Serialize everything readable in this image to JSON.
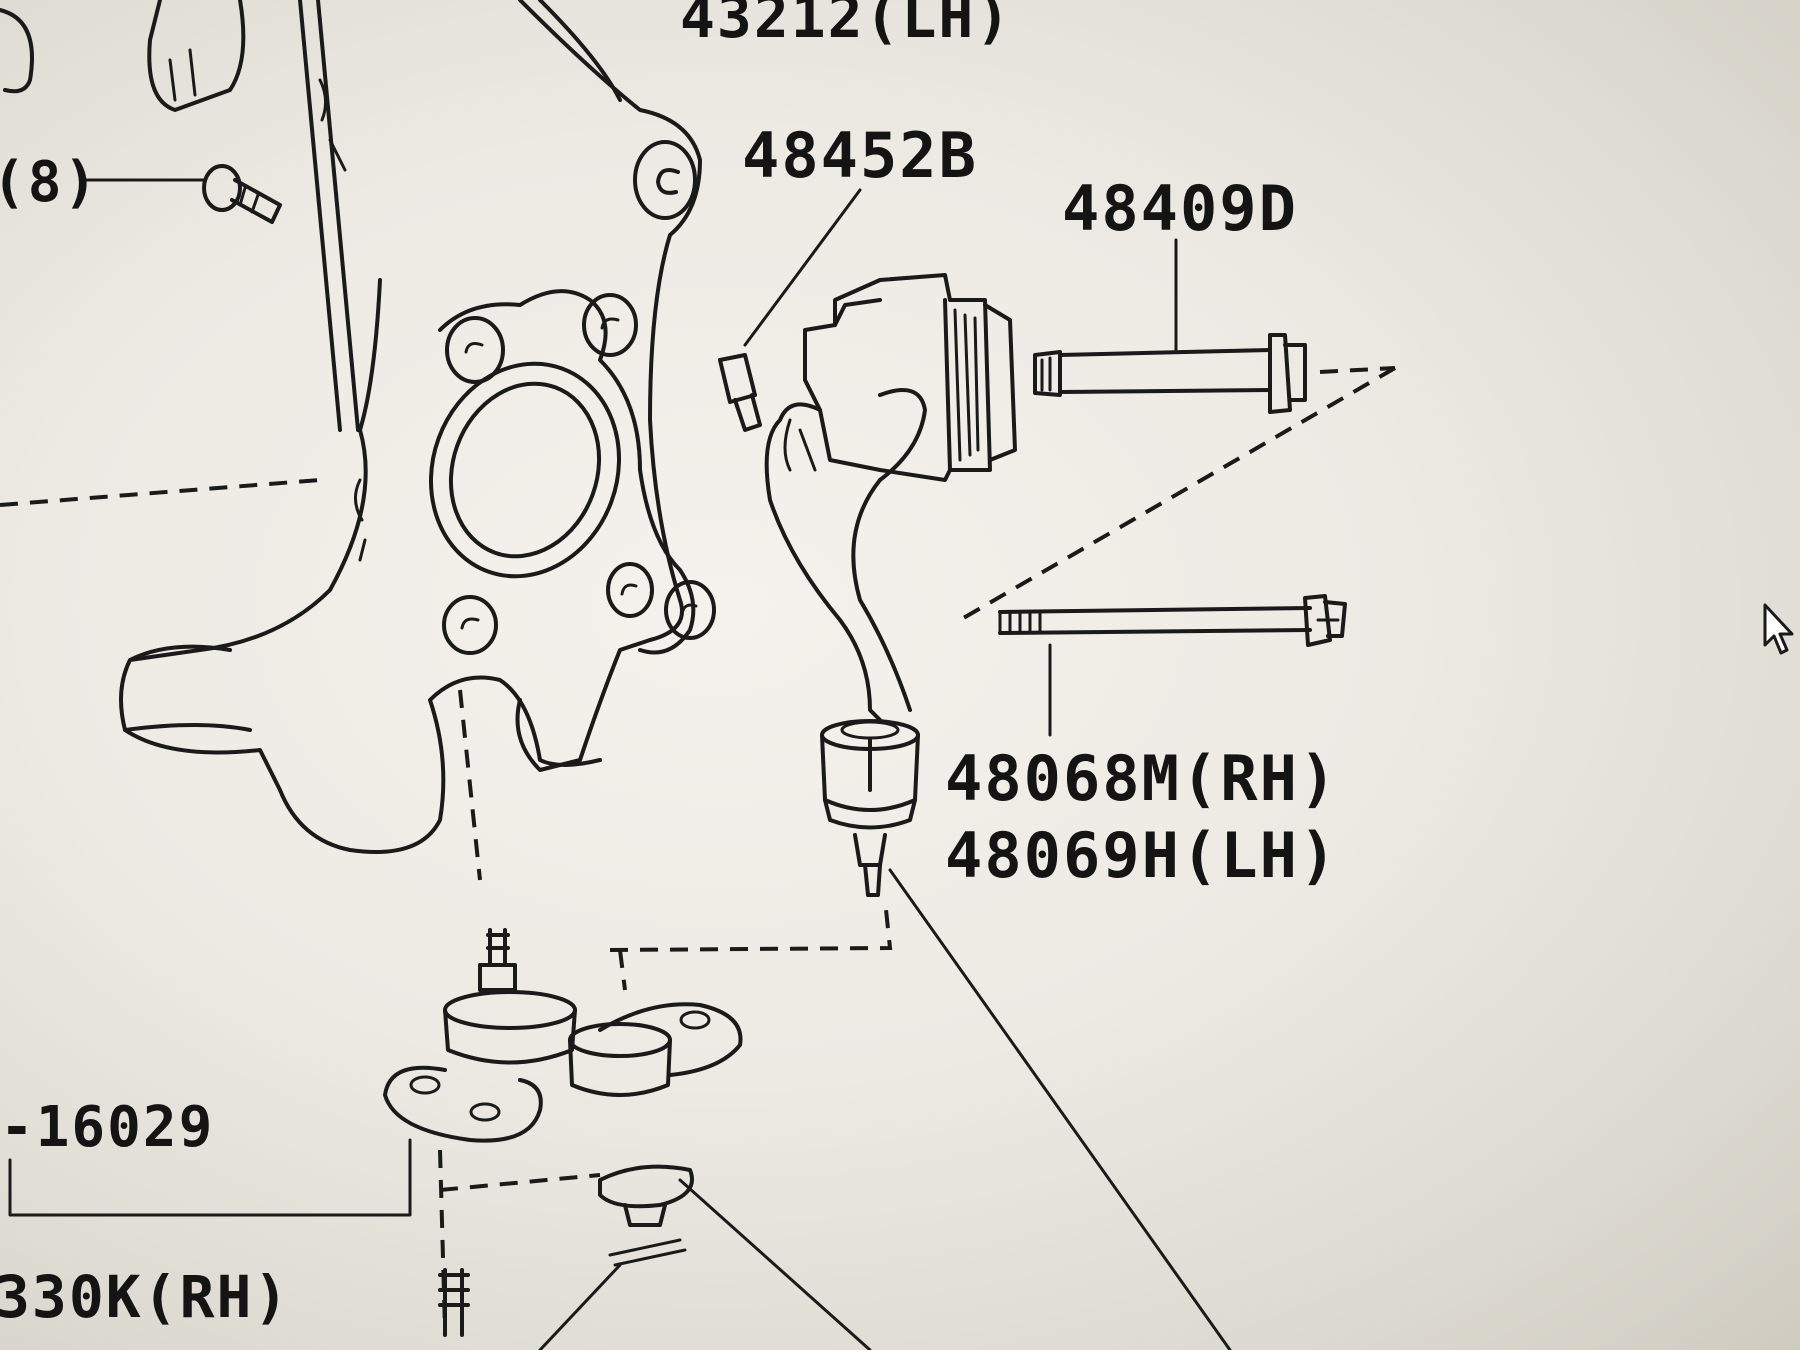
{
  "labels": {
    "top_lh": "43212(LH)",
    "nut_48452b": "48452B",
    "bolt_48409d": "48409D",
    "arm_rh": "48068M(RH)",
    "arm_lh": "48069H(LH)",
    "part_16029": "-16029",
    "bolt_8": "(8)",
    "bottom_330k": "330K(RH)"
  },
  "colors": {
    "ink": "#1a1a1a",
    "paper": "#f0eee8"
  },
  "icons": {
    "cursor": "mouse-pointer-icon"
  }
}
